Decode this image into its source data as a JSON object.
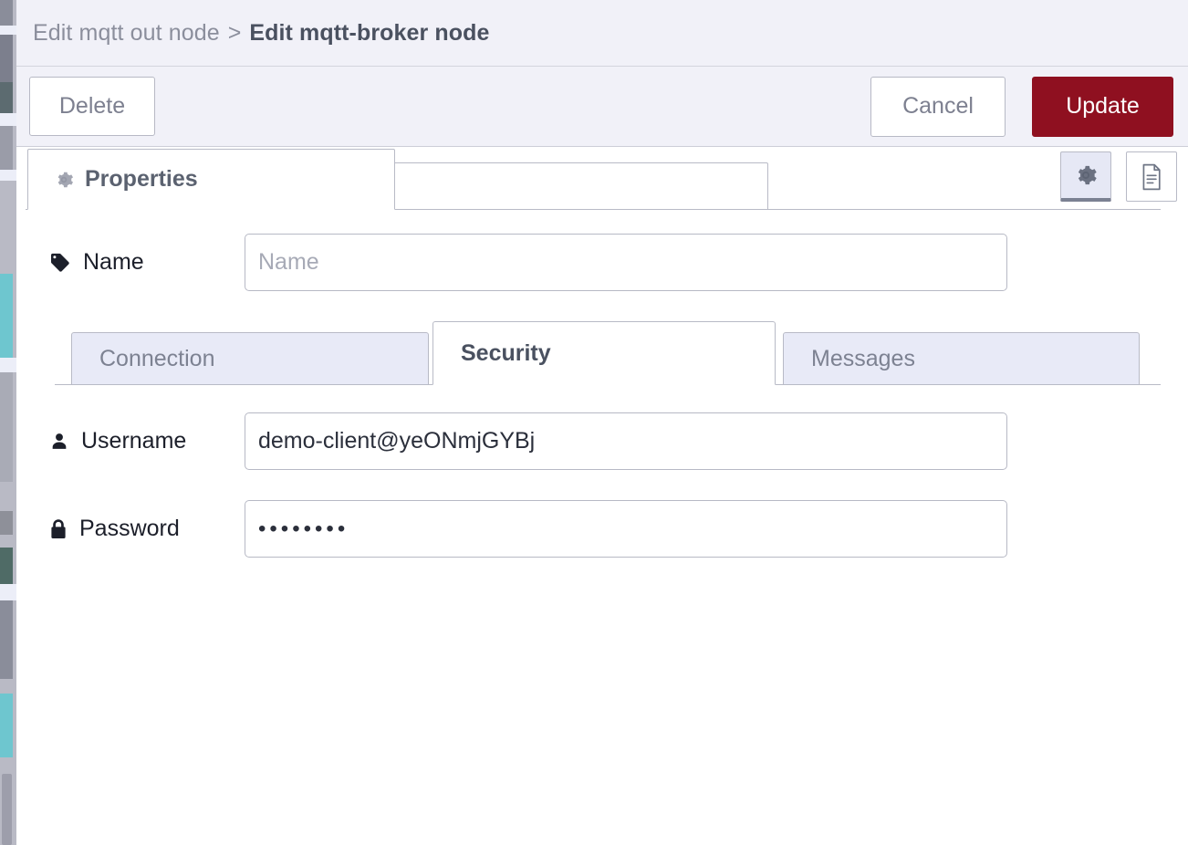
{
  "breadcrumb": {
    "parent": "Edit mqtt out node",
    "separator": ">",
    "current": "Edit mqtt-broker node"
  },
  "actions": {
    "delete_label": "Delete",
    "cancel_label": "Cancel",
    "update_label": "Update"
  },
  "tabs": {
    "properties_label": "Properties",
    "properties_icon": "gear-icon",
    "tools": [
      {
        "icon": "gear-icon",
        "active": true
      },
      {
        "icon": "description-icon",
        "active": false
      }
    ]
  },
  "form": {
    "name": {
      "label": "Name",
      "icon": "tag-icon",
      "value": "",
      "placeholder": "Name"
    }
  },
  "subtabs": [
    {
      "label": "Connection",
      "active": false
    },
    {
      "label": "Security",
      "active": true
    },
    {
      "label": "Messages",
      "active": false
    }
  ],
  "security": {
    "username": {
      "label": "Username",
      "icon": "user-icon",
      "value": "demo-client@yeONmjGYBj",
      "placeholder": ""
    },
    "password": {
      "label": "Password",
      "icon": "lock-icon",
      "masked_value": "••••••••",
      "character_count": 8,
      "placeholder": ""
    }
  },
  "colors": {
    "update_button_bg": "#8f1020",
    "header_bg": "#f1f1f8",
    "subtab_inactive_bg": "#e8eaf7",
    "border": "#b8bac6",
    "text_muted": "#8b8e9c",
    "text_dark": "#4a5160"
  }
}
